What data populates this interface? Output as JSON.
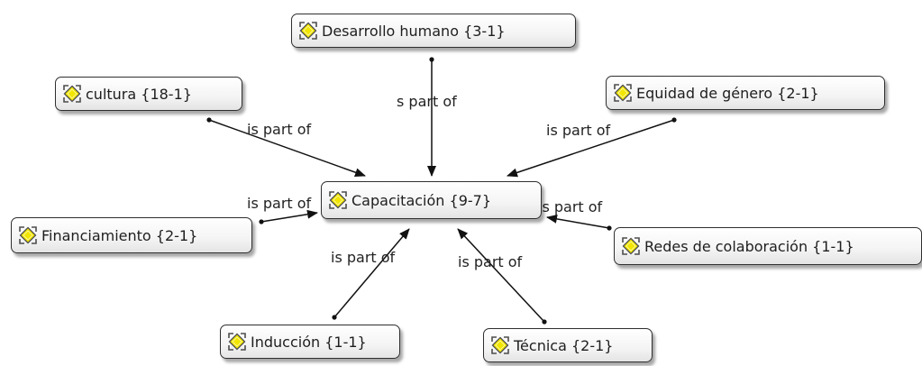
{
  "diagram": {
    "nodes": {
      "desarrollo": "Desarrollo humano {3-1}",
      "cultura": "cultura {18-1}",
      "equidad": "Equidad de género {2-1}",
      "capacitacion": "Capacitación {9-7}",
      "financiamiento": "Financiamiento {2-1}",
      "redes": "Redes de colaboración {1-1}",
      "induccion": "Inducción {1-1}",
      "tecnica": "Técnica {2-1}"
    },
    "edges": {
      "desarrollo": "s part of",
      "cultura": "is part of",
      "equidad": "is part of",
      "financiamiento": "is part of",
      "redes": "is part of",
      "induccion": "is part of",
      "tecnica": "is part of"
    },
    "icon": "code-family-icon"
  },
  "colors": {
    "icon_fill": "#f2e600",
    "icon_outline": "#4d4d4d",
    "edge": "#111111"
  }
}
